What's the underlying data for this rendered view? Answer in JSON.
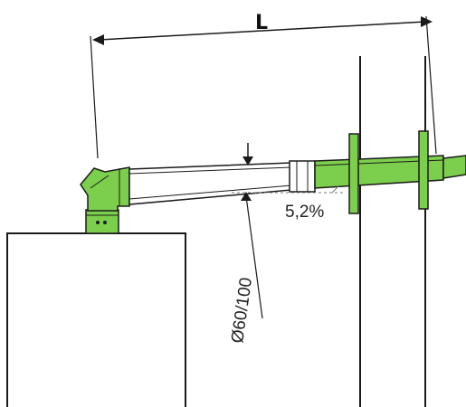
{
  "labels": {
    "length": "L",
    "diameter": "Ø60/100",
    "slope": "5,2%"
  },
  "colors": {
    "pipe_green": "#7ccf4c",
    "outline": "#1a1a1a",
    "pipe_white": "#ffffff"
  }
}
